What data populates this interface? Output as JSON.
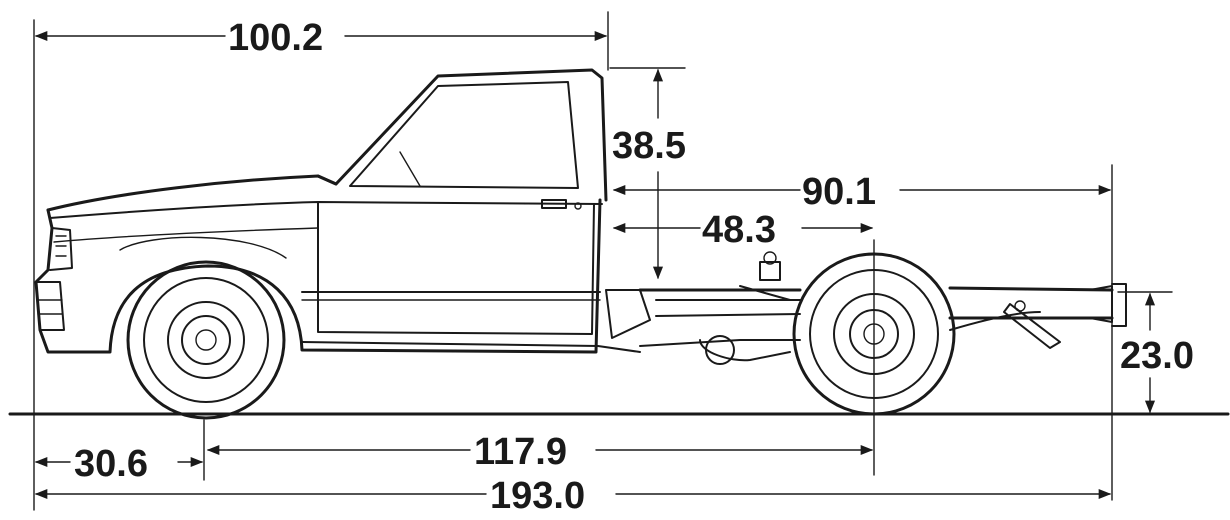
{
  "diagram": {
    "dimensions": {
      "cab_length": "100.2",
      "cab_height": "38.5",
      "cab_to_end": "90.1",
      "cab_to_axle": "48.3",
      "frame_height": "23.0",
      "front_overhang": "30.6",
      "wheelbase": "117.9",
      "overall_length": "193.0"
    }
  },
  "colors": {
    "ink": "#1a1a1a",
    "background": "#ffffff"
  }
}
